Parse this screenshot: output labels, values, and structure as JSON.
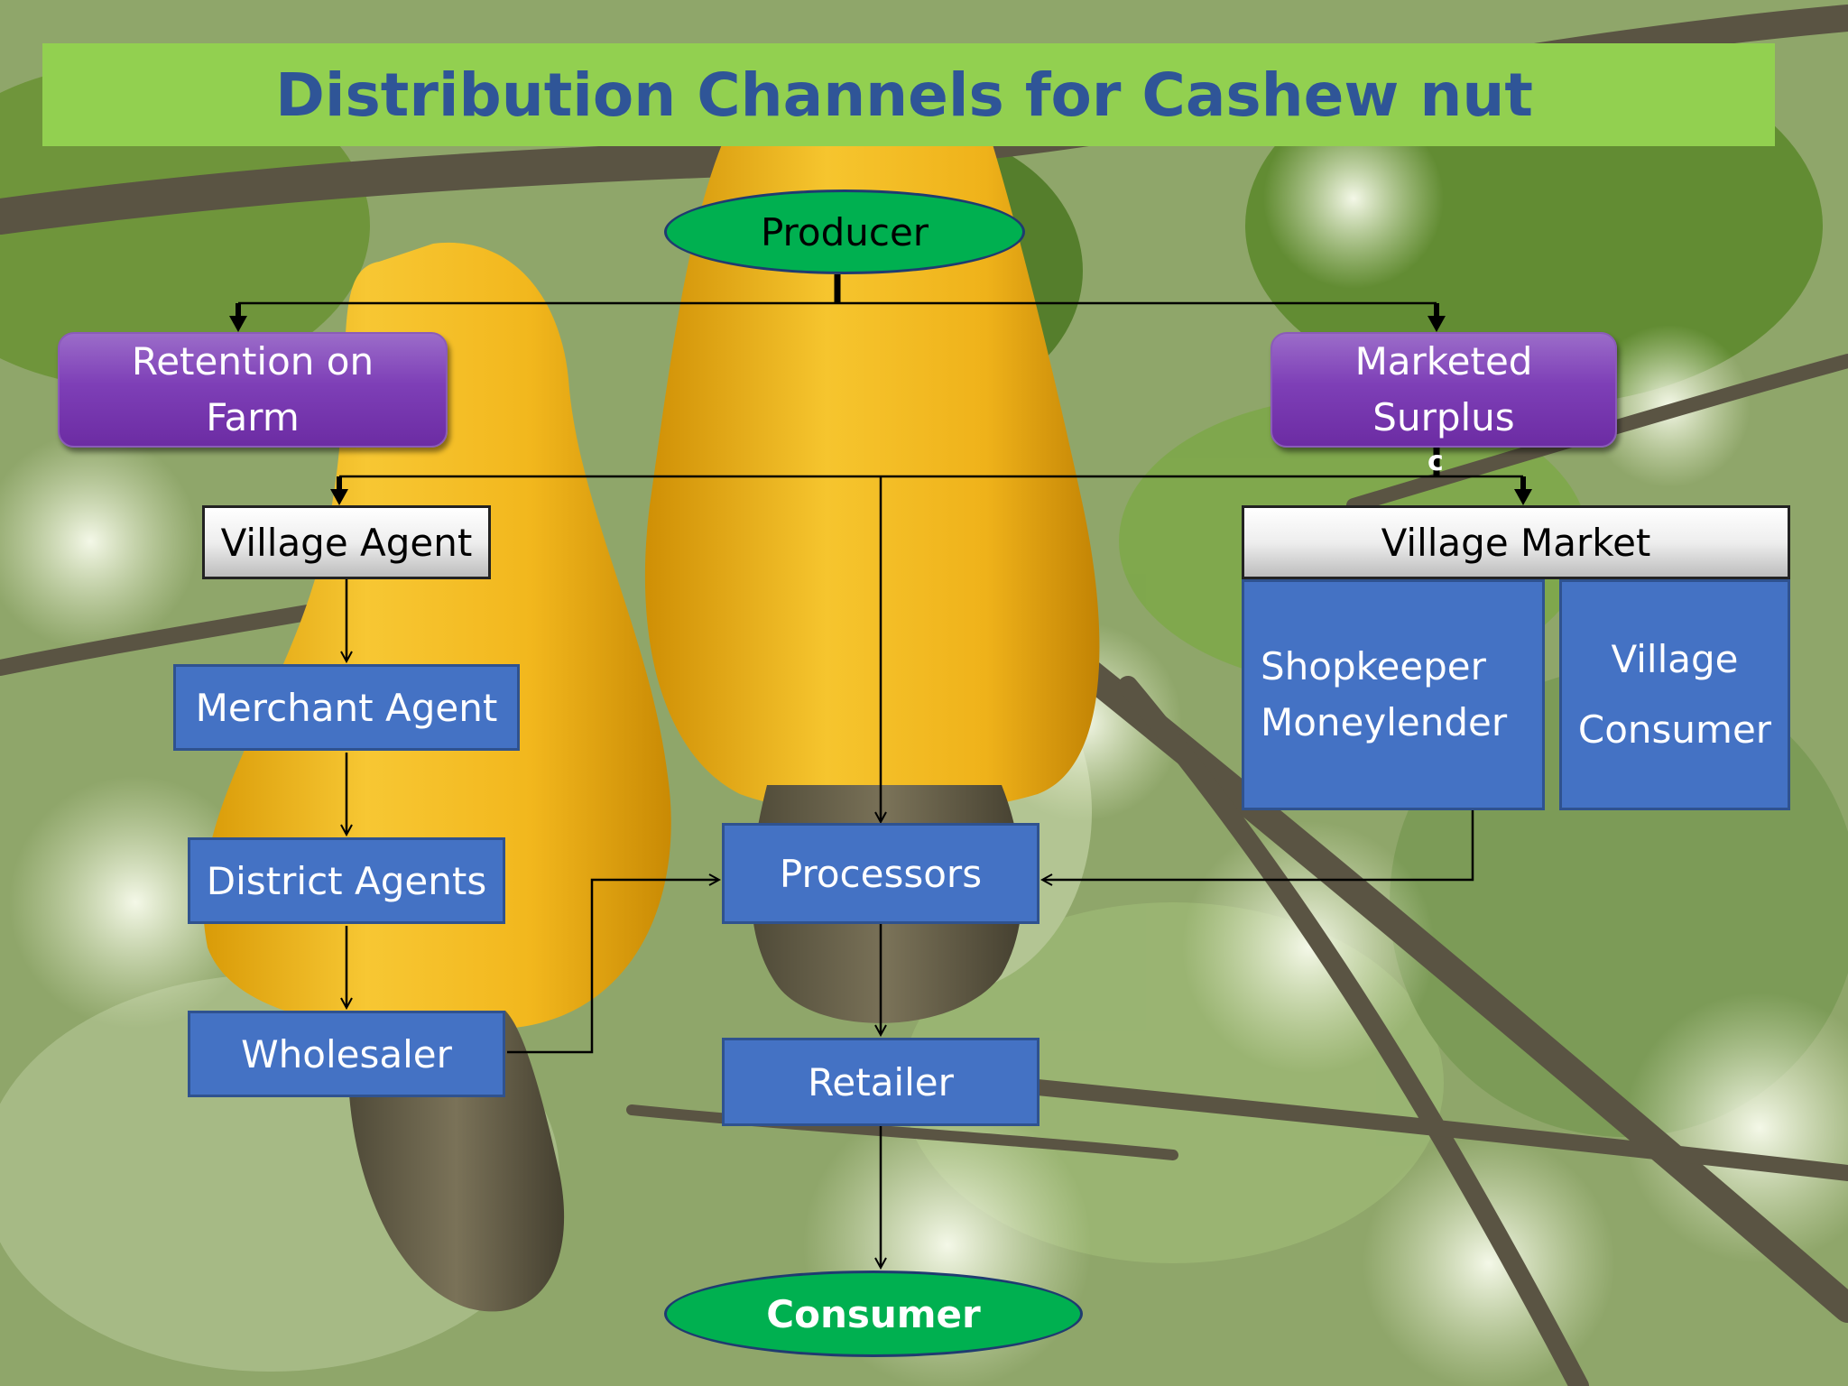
{
  "title": "Distribution Channels for Cashew nut",
  "nodes": {
    "producer": "Producer",
    "retention_line1": "Retention on",
    "retention_line2": "Farm",
    "marketed_line1": "Marketed",
    "marketed_line2": "Surplus",
    "marketed_mark": "c",
    "village_agent": "Village Agent",
    "village_market": "Village Market",
    "merchant_agent": "Merchant Agent",
    "district_agents": "District Agents",
    "wholesaler": "Wholesaler",
    "shopkeeper_line1": "Shopkeeper",
    "shopkeeper_line2": "Moneylender",
    "village_consumer_line1": "Village",
    "village_consumer_line2": "Consumer",
    "processors": "Processors",
    "retailer": "Retailer",
    "consumer": "Consumer"
  },
  "colors": {
    "title_banner": "#92d050",
    "title_text": "#2f5597",
    "ellipse_fill": "#00b050",
    "purple_box": "#7e3fb7",
    "blue_box": "#4472c4",
    "grey_box": "#e6e6e6"
  }
}
